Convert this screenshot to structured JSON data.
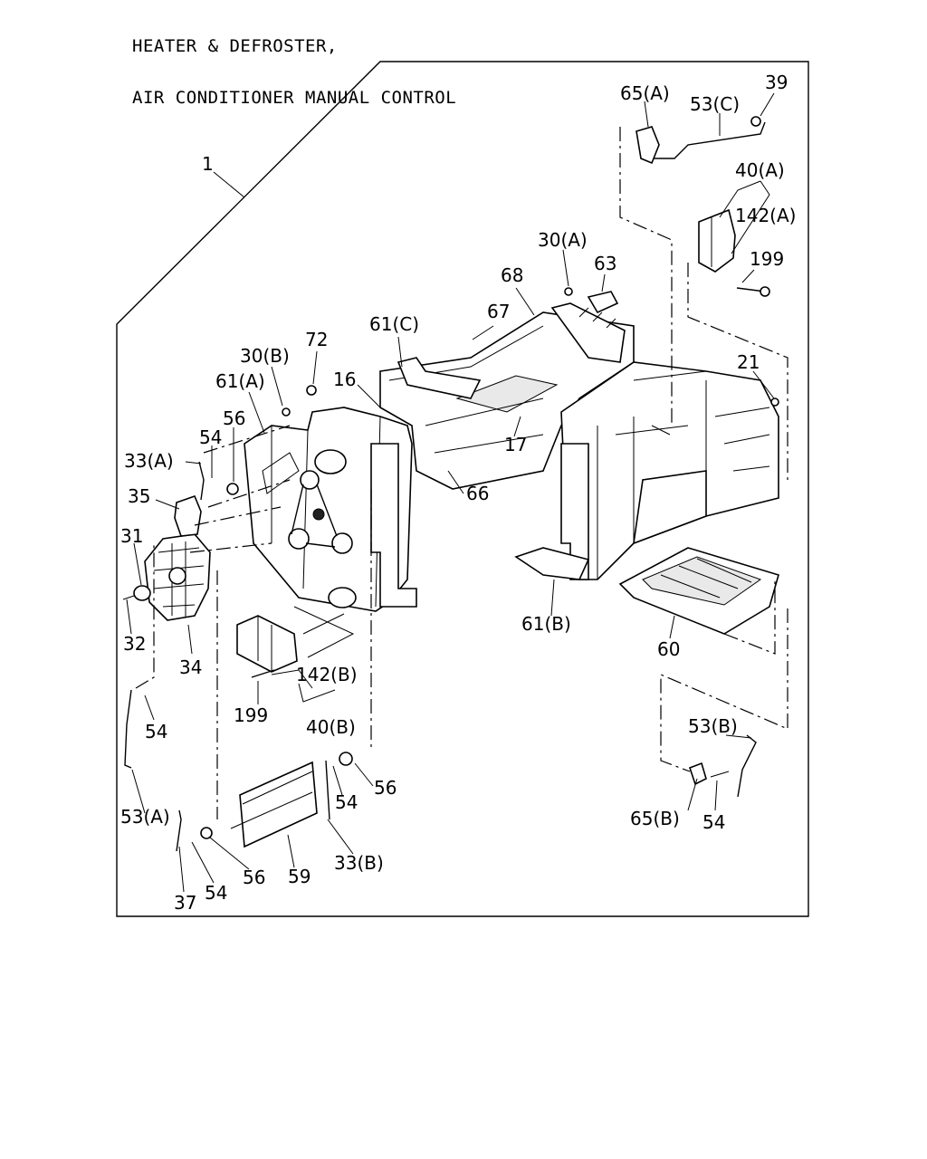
{
  "title": {
    "line1": "HEATER & DEFROSTER,",
    "line2": "AIR CONDITIONER MANUAL CONTROL"
  },
  "callouts": [
    {
      "id": "c-1",
      "text": "1"
    },
    {
      "id": "c-65a",
      "text": "65(A)"
    },
    {
      "id": "c-53c",
      "text": "53(C)"
    },
    {
      "id": "c-39",
      "text": "39"
    },
    {
      "id": "c-40a",
      "text": "40(A)"
    },
    {
      "id": "c-142a",
      "text": "142(A)"
    },
    {
      "id": "c-199a",
      "text": "199"
    },
    {
      "id": "c-30a",
      "text": "30(A)"
    },
    {
      "id": "c-63",
      "text": "63"
    },
    {
      "id": "c-68",
      "text": "68"
    },
    {
      "id": "c-67",
      "text": "67"
    },
    {
      "id": "c-61c",
      "text": "61(C)"
    },
    {
      "id": "c-72",
      "text": "72"
    },
    {
      "id": "c-30b",
      "text": "30(B)"
    },
    {
      "id": "c-16",
      "text": "16"
    },
    {
      "id": "c-61a",
      "text": "61(A)"
    },
    {
      "id": "c-21",
      "text": "21"
    },
    {
      "id": "c-56a",
      "text": "56"
    },
    {
      "id": "c-54a",
      "text": "54"
    },
    {
      "id": "c-33a",
      "text": "33(A)"
    },
    {
      "id": "c-17",
      "text": "17"
    },
    {
      "id": "c-66",
      "text": "66"
    },
    {
      "id": "c-35",
      "text": "35"
    },
    {
      "id": "c-31",
      "text": "31"
    },
    {
      "id": "c-61b",
      "text": "61(B)"
    },
    {
      "id": "c-32",
      "text": "32"
    },
    {
      "id": "c-34",
      "text": "34"
    },
    {
      "id": "c-60",
      "text": "60"
    },
    {
      "id": "c-142b",
      "text": "142(B)"
    },
    {
      "id": "c-199b",
      "text": "199"
    },
    {
      "id": "c-40b",
      "text": "40(B)"
    },
    {
      "id": "c-54b",
      "text": "54"
    },
    {
      "id": "c-53b",
      "text": "53(B)"
    },
    {
      "id": "c-56b",
      "text": "56"
    },
    {
      "id": "c-54c",
      "text": "54"
    },
    {
      "id": "c-53a",
      "text": "53(A)"
    },
    {
      "id": "c-65b",
      "text": "65(B)"
    },
    {
      "id": "c-54d",
      "text": "54"
    },
    {
      "id": "c-33b",
      "text": "33(B)"
    },
    {
      "id": "c-56c",
      "text": "56"
    },
    {
      "id": "c-59",
      "text": "59"
    },
    {
      "id": "c-37",
      "text": "37"
    },
    {
      "id": "c-54e",
      "text": "54"
    }
  ]
}
